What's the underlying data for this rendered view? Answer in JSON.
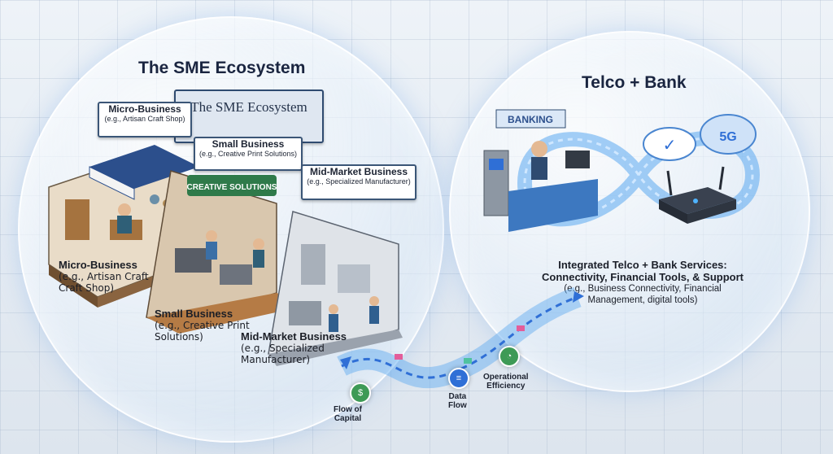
{
  "titles": {
    "left": "The SME Ecosystem",
    "right": "Telco + Bank"
  },
  "big_sign": "The SME Ecosystem",
  "signs": {
    "micro": {
      "name": "Micro-Business",
      "example": "(e.g., Artisan Craft Shop)"
    },
    "small": {
      "name": "Small Business",
      "example": "(e.g., Creative Print Solutions)"
    },
    "mid": {
      "name": "Mid-Market Business",
      "example": "(e.g., Specialized Manufacturer)"
    }
  },
  "shop_text": {
    "creative": "CREATIVE SOLUTIONS",
    "banking": "BANKING",
    "fiveg": "5G"
  },
  "labels": {
    "micro": {
      "name": "Micro-Business",
      "line1": "(e.g., Artisan Craft",
      "line2": "Craft Shop)"
    },
    "small": {
      "name": "Small Business",
      "line1": "(e.g., Creative Print",
      "line2": "Solutions)"
    },
    "mid": {
      "name": "Mid-Market Business",
      "line1": "(e.g., Specialized",
      "line2": "Manufacturer)"
    }
  },
  "services": {
    "line1": "Integrated Telco + Bank Services:",
    "line2": "Connectivity, Financial Tools, & Support",
    "line3": "(e.g., Business Connectivity, Financial",
    "line4": "Management, digital tools)"
  },
  "flows": {
    "capital": {
      "l1": "Flow of",
      "l2": "Capital"
    },
    "data": {
      "l1": "Data",
      "l2": "Flow"
    },
    "efficiency": {
      "l1": "Operational",
      "l2": "Efficiency"
    }
  },
  "icons": [
    "capital-coin-icon",
    "database-icon",
    "gauge-icon",
    "cloud-checkmark-icon",
    "cloud-5g-icon",
    "router-icon",
    "atm-icon"
  ],
  "colors": {
    "accent": "#2f6fd6",
    "stream": "#5aa8f0",
    "green": "#3e9a56",
    "awning": "#2c4f8c"
  }
}
